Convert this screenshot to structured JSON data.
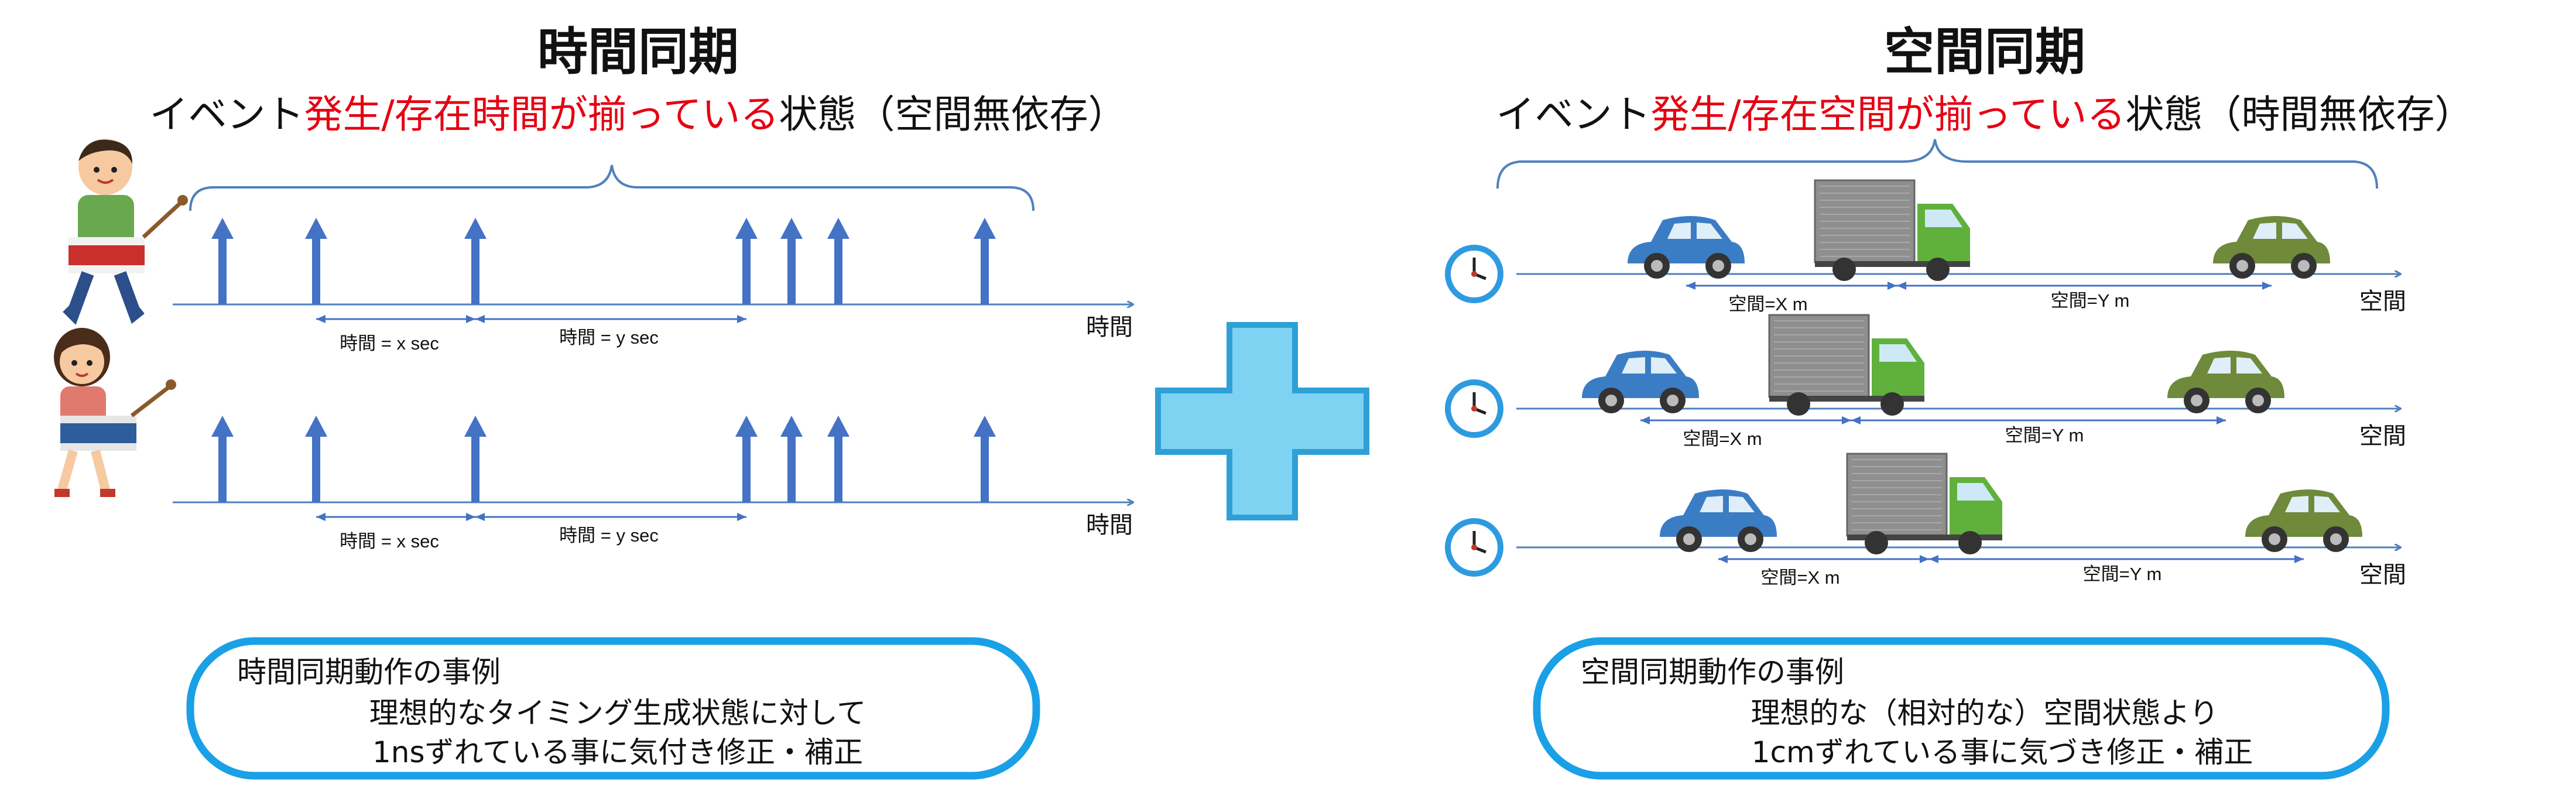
{
  "colors": {
    "accent_red": "#e60012",
    "axis_blue": "#4f81bd",
    "arrow_blue": "#4472c4",
    "plus_fill": "#7fd3f2",
    "plus_stroke": "#2ea0d6",
    "box_stroke": "#1aa0e6",
    "truck_green": "#5fb13c",
    "car_blue": "#3b7dc4",
    "car_olive": "#6e8a3a"
  },
  "left": {
    "title": "時間同期",
    "subtitle": {
      "prefix": "イベント",
      "highlight": "発生/存在時間が揃っている",
      "suffix": "状態（空間無依存）"
    },
    "timelines": [
      {
        "axis_label": "時間",
        "interval_x": "時間 = x sec",
        "interval_y": "時間 = y sec",
        "performer": "drummer-boy"
      },
      {
        "axis_label": "時間",
        "interval_x": "時間 = x sec",
        "interval_y": "時間 = y sec",
        "performer": "drummer-girl"
      }
    ],
    "example_box": {
      "heading": "時間同期動作の事例",
      "line1": "理想的なタイミング生成状態に対して",
      "line2": "1nsずれている事に気付き修正・補正"
    }
  },
  "plus_icon": "plus-sign",
  "right": {
    "title": "空間同期",
    "subtitle": {
      "prefix": "イベント",
      "highlight": "発生/存在空間が揃っている",
      "suffix": "状態（時間無依存）"
    },
    "lanes": [
      {
        "axis_label": "空間",
        "interval_x": "空間=X m",
        "interval_y": "空間=Y m",
        "clock_icon": "clock-icon"
      },
      {
        "axis_label": "空間",
        "interval_x": "空間=X m",
        "interval_y": "空間=Y m",
        "clock_icon": "clock-icon"
      },
      {
        "axis_label": "空間",
        "interval_x": "空間=X m",
        "interval_y": "空間=Y m",
        "clock_icon": "clock-icon"
      }
    ],
    "example_box": {
      "heading": "空間同期動作の事例",
      "line1": "理想的な（相対的な）空間状態より",
      "line2": "1cmずれている事に気づき修正・補正"
    }
  }
}
